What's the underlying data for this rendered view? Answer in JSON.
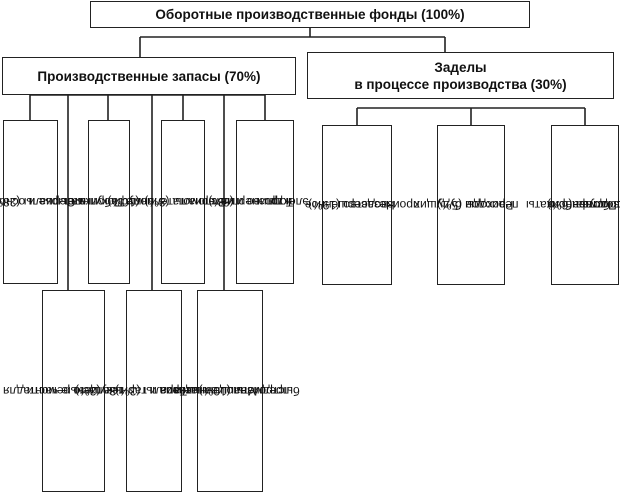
{
  "root": {
    "label": "Оборотные производственные фонды (100%)"
  },
  "groups": {
    "inventories": {
      "label": "Производственные запасы (70%)"
    },
    "wip": {
      "label_line1": "Заделы",
      "label_line2": "в процессе производства (30%)"
    }
  },
  "inventory_items": {
    "raw_materials": {
      "line1": "Сырье и основные",
      "line2": "материалы (28%)"
    },
    "purchased_semis": {
      "line1": "Покупные",
      "line2": "полуфабрикаты",
      "line3": "(10%)"
    },
    "auxiliary": {
      "line1": "Вспомогательные",
      "line2": "материалы (8%)"
    },
    "fuel_energy": {
      "line1": "Топливо и (8%)",
      "line2": "электроэнергия",
      "line3": "и др."
    },
    "spare_parts": {
      "line1": "Запасные части для",
      "line2": "текущего ремонта",
      "line3": "(3%)"
    },
    "containers": {
      "line1": "Тара и тарные",
      "line2": "материалы (3%)"
    },
    "low_value": {
      "line1": "Малоценные и",
      "line2": "быстроизнашивающиеся",
      "line3": "предметы (10%)"
    }
  },
  "wip_items": {
    "unfinished": {
      "line1": "Незавершенное",
      "line2": "производство (19%)"
    },
    "deferred": {
      "line1": "Расходы будущих",
      "line2": "периодов (5%)"
    },
    "own_semis": {
      "line1": "Полуфабрикаты",
      "line2": "собственного",
      "line3": "производства (6%)"
    }
  }
}
